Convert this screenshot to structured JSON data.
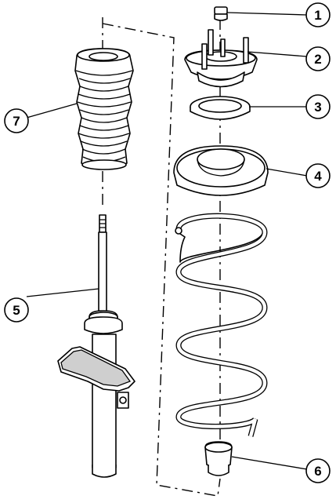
{
  "callouts": [
    {
      "id": "1",
      "label": "1"
    },
    {
      "id": "2",
      "label": "2"
    },
    {
      "id": "3",
      "label": "3"
    },
    {
      "id": "4",
      "label": "4"
    },
    {
      "id": "5",
      "label": "5"
    },
    {
      "id": "6",
      "label": "6"
    },
    {
      "id": "7",
      "label": "7"
    }
  ],
  "colors": {
    "line": "#000000",
    "fill": "#ffffff",
    "shade": "#cfcfcf"
  },
  "icons": [
    "nut-icon",
    "strut-mount-icon",
    "bearing-icon",
    "upper-spring-seat-icon",
    "shock-absorber-icon",
    "bump-stop-icon",
    "dust-boot-icon",
    "coil-spring-icon"
  ]
}
